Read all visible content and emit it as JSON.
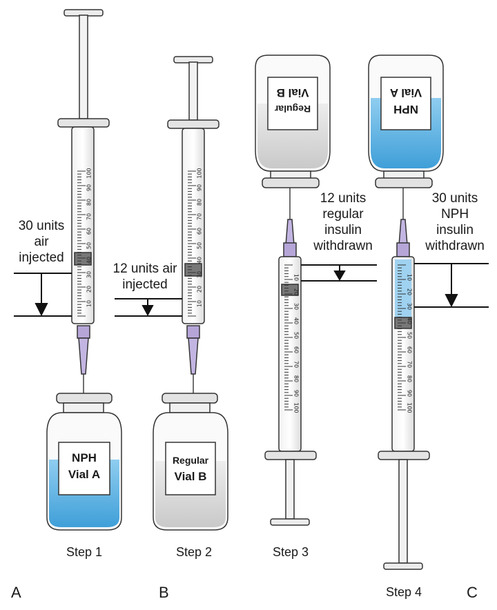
{
  "steps": [
    {
      "label": "Step 1",
      "annotation": [
        "30 units",
        "air",
        "injected"
      ],
      "vial_label": [
        "NPH",
        "Vial A"
      ],
      "units": 30
    },
    {
      "label": "Step 2",
      "annotation": [
        "12 units air",
        "injected"
      ],
      "vial_label": [
        "Regular",
        "Vial B"
      ],
      "units": 12
    },
    {
      "label": "Step 3",
      "annotation": [
        "12 units",
        "regular",
        "insulin",
        "withdrawn"
      ],
      "vial_label": [
        "Regular",
        "Vial B"
      ],
      "units": 12
    },
    {
      "label": "Step 4",
      "annotation": [
        "30 units",
        "NPH",
        "insulin",
        "withdrawn"
      ],
      "vial_label": [
        "NPH",
        "Vial A"
      ],
      "units": 30
    }
  ],
  "panels": [
    "A",
    "B",
    "C"
  ],
  "syringe_scale": {
    "min": 0,
    "max": 100,
    "labeled_ticks": [
      "10",
      "20",
      "30",
      "40",
      "50",
      "60",
      "70",
      "80",
      "90",
      "100"
    ]
  },
  "colors": {
    "nph_insulin": "#5fb3e4",
    "plunger": "#ebebeb",
    "needle_hub": "#b6a6d8",
    "outline": "#333333"
  }
}
